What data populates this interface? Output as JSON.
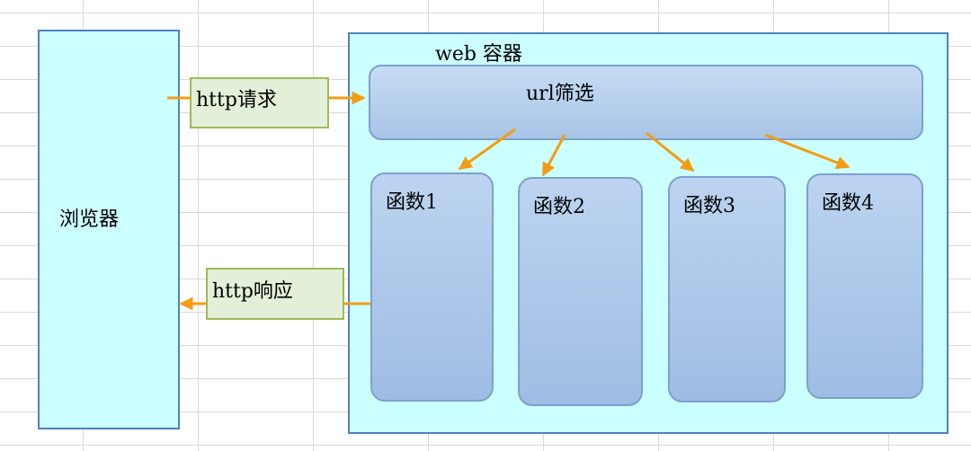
{
  "diagram": {
    "browser": {
      "label": "浏览器"
    },
    "container": {
      "label": "web 容器"
    },
    "filter": {
      "label": "url筛选"
    },
    "request": {
      "label": "http请求"
    },
    "response": {
      "label": "http响应"
    },
    "functions": [
      {
        "label": "函数1"
      },
      {
        "label": "函数2"
      },
      {
        "label": "函数3"
      },
      {
        "label": "函数4"
      }
    ],
    "colors": {
      "box_fill": "#ccffff",
      "box_border": "#4f81bd",
      "node_fill": "#b4cdec",
      "label_fill": "#e2f0d9",
      "label_border": "#9bbb59",
      "arrow": "#f39c12"
    }
  }
}
